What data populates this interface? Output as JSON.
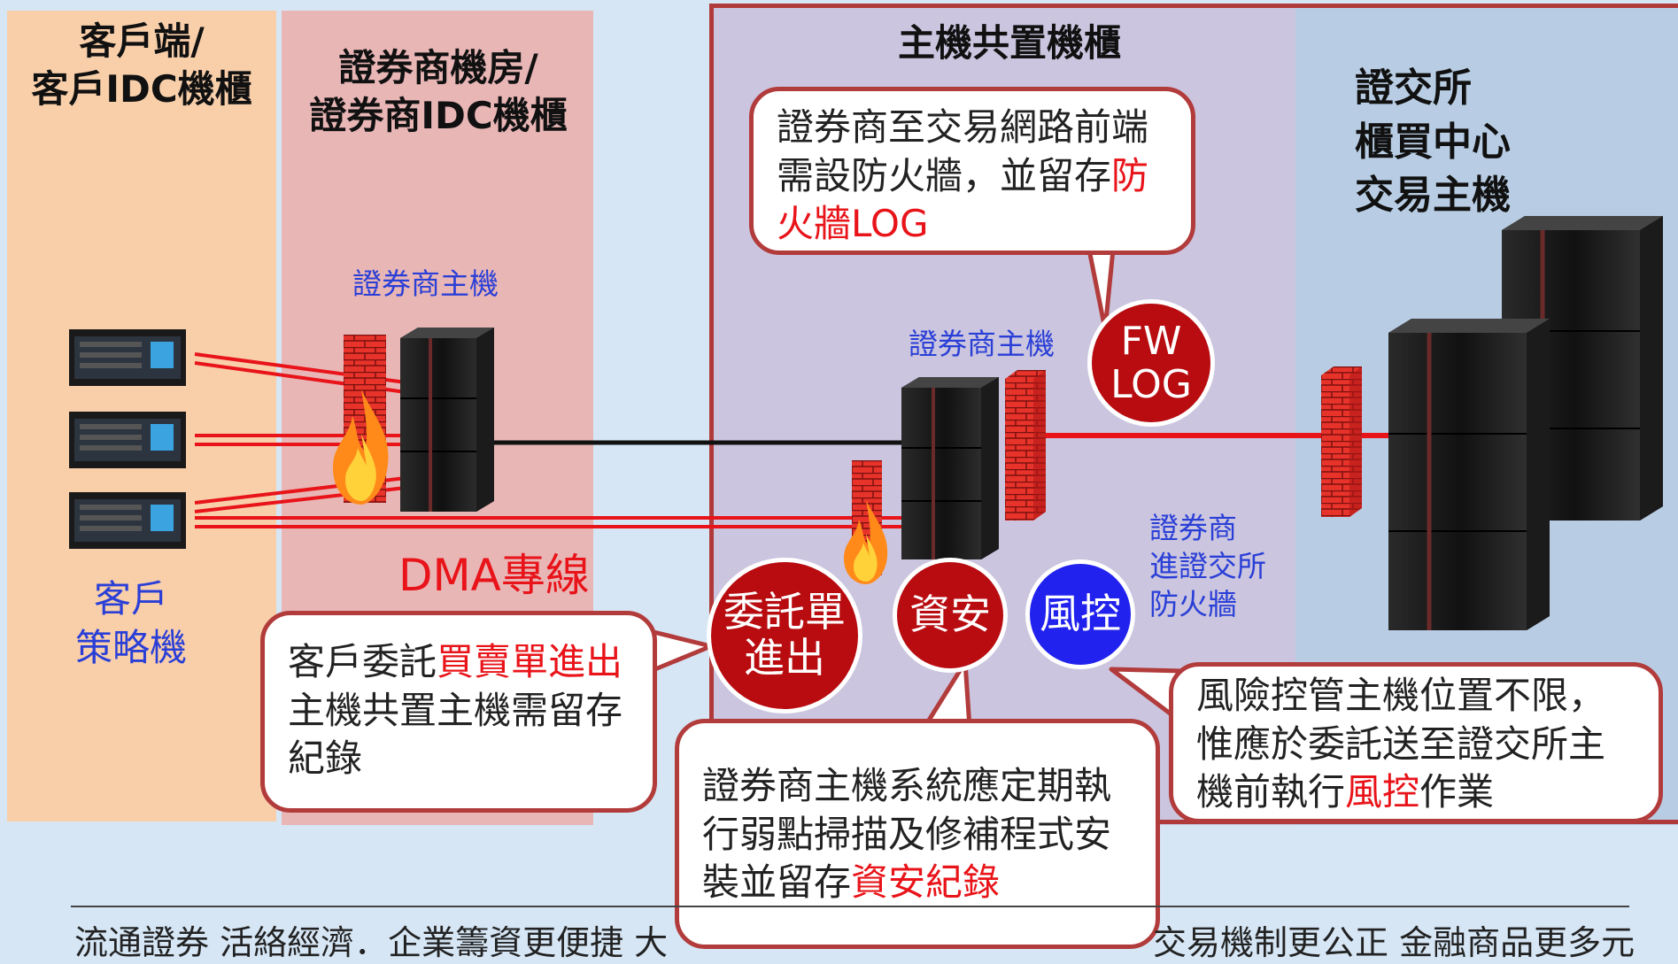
{
  "zones": {
    "client_title": "客戶端/\n客戶IDC機櫃",
    "broker_title": "證券商機房/\n證券商IDC機櫃",
    "colo_title": "主機共置機櫃",
    "exchange_title": "證交所\n櫃買中心\n交易主機"
  },
  "labels": {
    "broker_host_1": "證券商主機",
    "broker_host_2": "證券商主機",
    "client_strategy": "客戶\n策略機",
    "dma_line": "DMA專線",
    "broker_fw_to_exchange": "證券商\n進證交所\n防火牆"
  },
  "circles": {
    "fw_log": "FW\nLOG",
    "order_inout": "委託單\n進出",
    "infosec": "資安",
    "risk_control": "風控"
  },
  "callouts": {
    "firewall": {
      "text_1": "證券商至交易網路前端需設防火牆，並留存",
      "highlight": "防火牆LOG"
    },
    "orders": {
      "text_1": "客戶委託",
      "highlight": "買賣單進出",
      "text_2": "主機共置主機需留存紀錄"
    },
    "vuln": {
      "text_1": "證券商主機系統應定期執行弱點掃描及修補程式安裝並留存",
      "highlight": "資安紀錄"
    },
    "risk": {
      "text_1": "風險控管主機位置不限，惟應於委託送至證交所主機前執行",
      "highlight": "風控",
      "text_2": "作業"
    }
  },
  "footer": {
    "left": "流通證券  活絡經濟．企業籌資更便捷  大",
    "right": "交易機制更公正  金融商品更多元"
  },
  "icons": [
    "server-tower-icon",
    "rack-server-icon",
    "brick-firewall-icon",
    "flame-icon"
  ],
  "colors": {
    "accent_red": "#e8141a",
    "label_blue": "#2a3fd6",
    "circle_red": "#b80c10",
    "circle_blue": "#2222ee",
    "border_red": "#b03a3a"
  }
}
